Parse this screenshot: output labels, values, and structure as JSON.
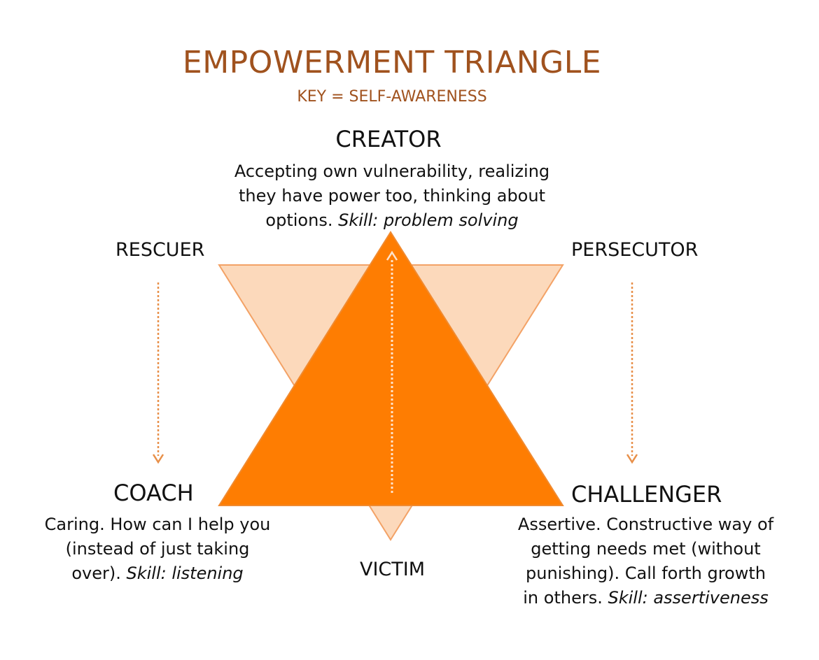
{
  "title": "EMPOWERMENT TRIANGLE",
  "subtitle": "KEY = SELF-AWARENESS",
  "creator": {
    "label": "CREATOR",
    "lines": [
      "Accepting own vulnerability, realizing",
      "they have power too, thinking about"
    ],
    "last_text": "options.",
    "skill": "Skill: problem solving"
  },
  "rescuer": {
    "label": "RESCUER"
  },
  "persecutor": {
    "label": "PERSECUTOR"
  },
  "victim": {
    "label": "VICTIM"
  },
  "coach": {
    "label": "COACH",
    "lines": [
      "Caring. How can I help you",
      "(instead of just taking"
    ],
    "last_text": "over).",
    "skill": "Skill: listening"
  },
  "challenger": {
    "label": "CHALLENGER",
    "lines": [
      "Assertive. Constructive way of",
      "getting needs met (without",
      "punishing). Call forth growth"
    ],
    "last_text": "in others.",
    "skill": "Skill: assertiveness"
  },
  "colors": {
    "title": "#a0521e",
    "empowerment_triangle": "#fe7d02",
    "drama_triangle": "#fcd9bb",
    "drama_stroke": "#f3a266",
    "arrow": "#e8904a"
  }
}
